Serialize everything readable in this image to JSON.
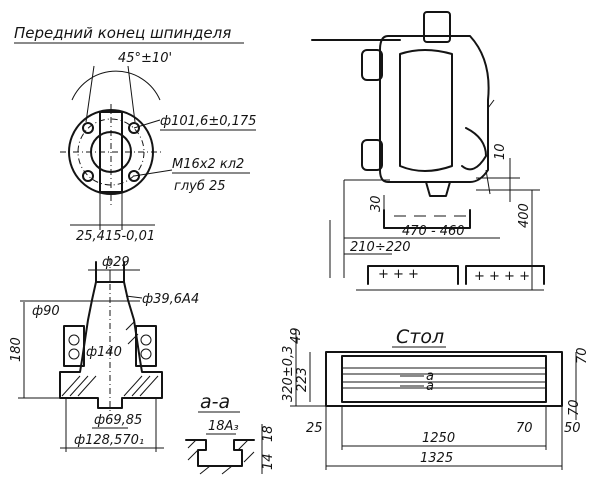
{
  "spindle": {
    "title": "Передний конец шпинделя",
    "angle": "45°±10'",
    "bolt_circle": "ф101,6±0,175",
    "thread": "M16x2 кл2",
    "thread_depth": "глуб 25",
    "key_width": "25,415-0,01"
  },
  "section": {
    "d29": "ф29",
    "d39": "ф39,6А4",
    "d90": "ф90",
    "d140": "ф140",
    "len": "180",
    "d69": "ф69,85",
    "d128": "ф128,570₁"
  },
  "head": {
    "d10": "10",
    "d30": "30",
    "range": "470 - 460",
    "d210": "210÷220",
    "d400": "400"
  },
  "table": {
    "title": "Стол",
    "d49": "49",
    "d320": "320±0,3",
    "d223": "223",
    "slot": "а",
    "d70a": "70",
    "d70b": "70",
    "d50": "50",
    "d70c": "70",
    "d25": "25",
    "d1250": "1250",
    "d1325": "1325"
  },
  "slot_section": {
    "title": "а-а",
    "width": "18А₃",
    "d18": "18",
    "d14": "14"
  }
}
